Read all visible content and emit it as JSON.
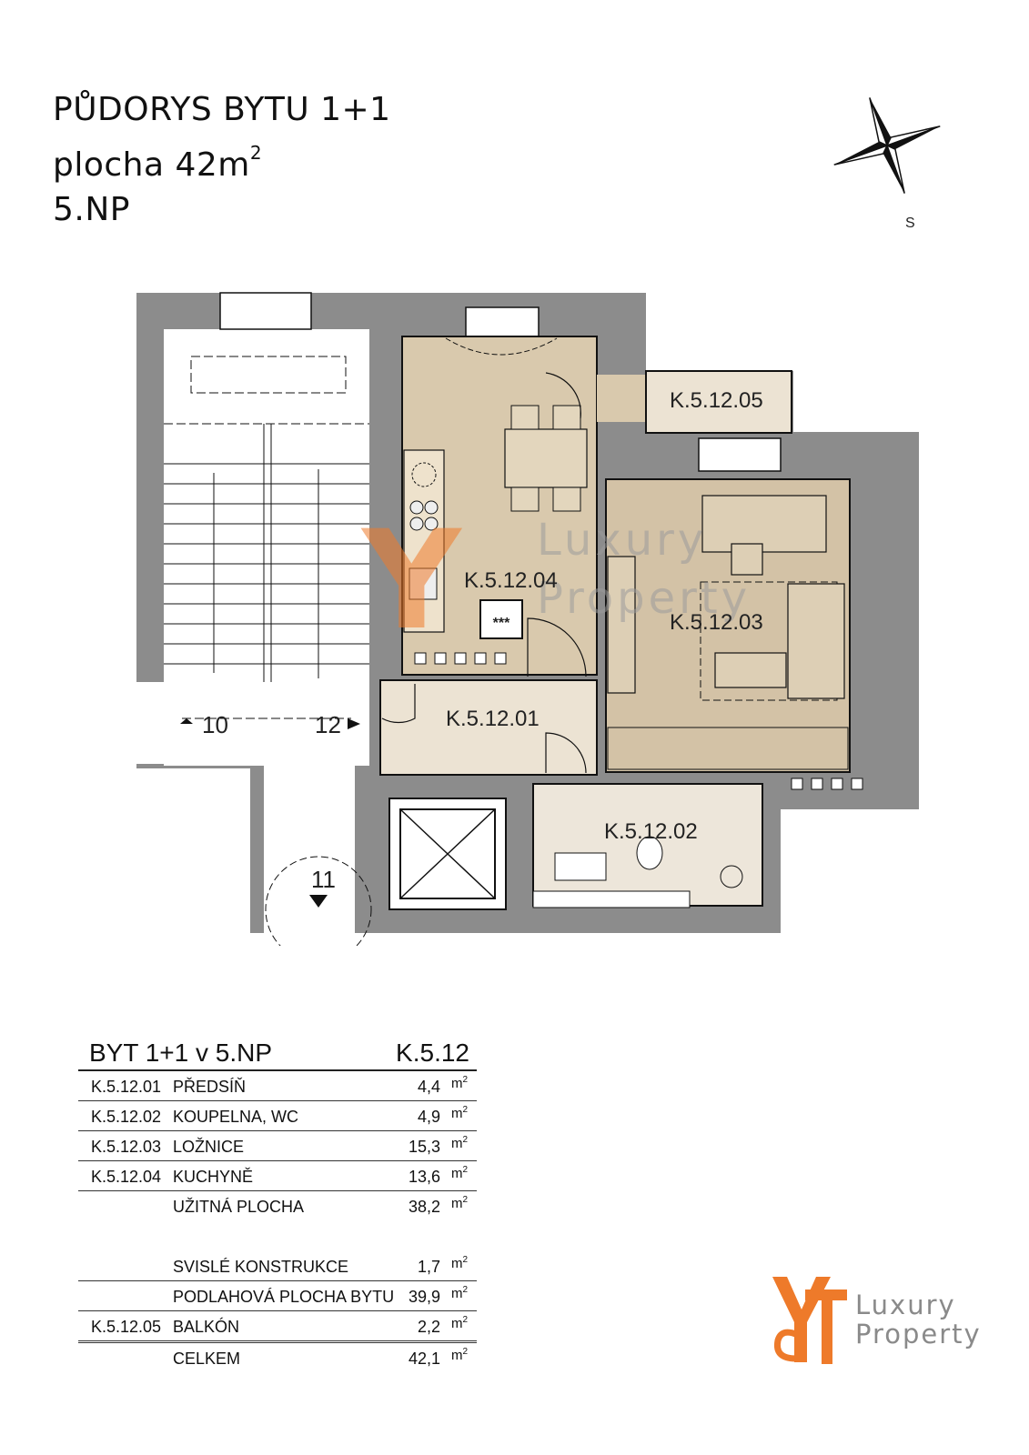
{
  "heading": {
    "line1": "PŮDORYS BYTU 1+1",
    "line2_prefix": "plocha 42m",
    "line2_sup": "2",
    "line3": "5.NP"
  },
  "compass": {
    "label": "S"
  },
  "plan": {
    "rooms": [
      "K.5.12.01",
      "K.5.12.02",
      "K.5.12.03",
      "K.5.12.04",
      "K.5.12.05"
    ],
    "stair_numbers": [
      "10",
      "11",
      "12"
    ],
    "stove_mark": "***",
    "watermark": {
      "line1": "Luxury",
      "line2": "Property"
    },
    "colors": {
      "wall": "#8c8c8c",
      "kitchen": "#d9c9ad",
      "bedroom": "#d3c2a6",
      "hall": "#ece3d3",
      "bath": "#ede6da",
      "balcony": "#ece3d3",
      "accent": "#ee7a2a"
    }
  },
  "table": {
    "title": "BYT 1+1  v  5.NP",
    "unit_code": "K.5.12",
    "unit": "m",
    "unit_sup": "2",
    "rows": [
      {
        "code": "K.5.12.01",
        "name": "PŘEDSÍŇ",
        "value": "4,4"
      },
      {
        "code": "K.5.12.02",
        "name": "KOUPELNA, WC",
        "value": "4,9"
      },
      {
        "code": "K.5.12.03",
        "name": "LOŽNICE",
        "value": "15,3"
      },
      {
        "code": "K.5.12.04",
        "name": "KUCHYNĚ",
        "value": "13,6"
      },
      {
        "code": "",
        "name": "UŽITNÁ PLOCHA",
        "value": "38,2"
      },
      {
        "code": "",
        "name": "SVISLÉ KONSTRUKCE",
        "value": "1,7"
      },
      {
        "code": "",
        "name": "PODLAHOVÁ PLOCHA BYTU",
        "value": "39,9"
      },
      {
        "code": "K.5.12.05",
        "name": "BALKÓN",
        "value": "2,2"
      },
      {
        "code": "",
        "name": "CELKEM",
        "value": "42,1"
      }
    ]
  },
  "logo": {
    "line1": "Luxury",
    "line2": "Property"
  }
}
